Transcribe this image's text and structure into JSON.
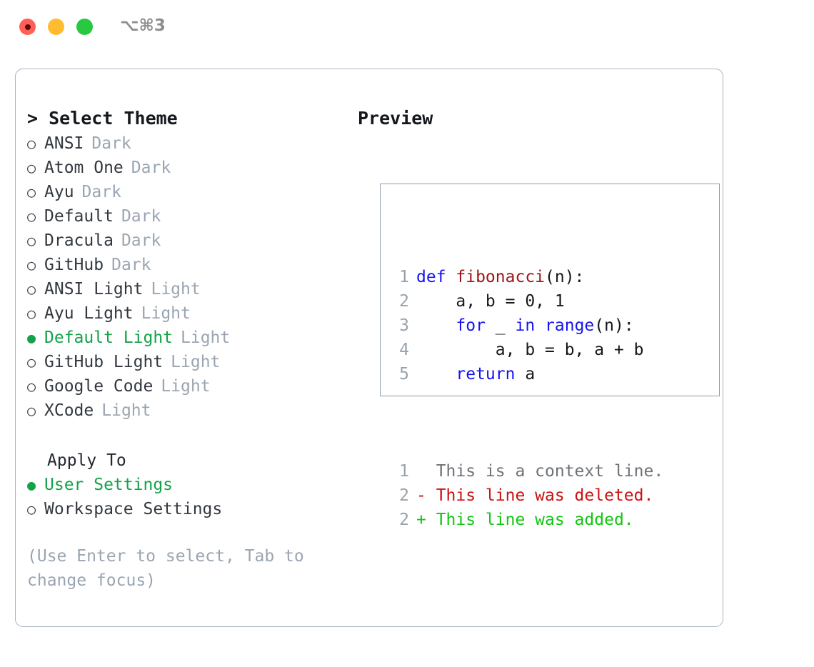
{
  "titlebar": {
    "shortcut": "⌥⌘3",
    "buttons": [
      {
        "name": "close",
        "color": "#ff5f57"
      },
      {
        "name": "minimize",
        "color": "#febc2e"
      },
      {
        "name": "maximize",
        "color": "#28c840"
      }
    ]
  },
  "theme_panel": {
    "heading": "> Select Theme",
    "selected_bullet": "●",
    "unselected_bullet": "○",
    "items": [
      {
        "label": "ANSI",
        "tag": "Dark",
        "selected": false
      },
      {
        "label": "Atom One",
        "tag": "Dark",
        "selected": false
      },
      {
        "label": "Ayu",
        "tag": "Dark",
        "selected": false
      },
      {
        "label": "Default",
        "tag": "Dark",
        "selected": false
      },
      {
        "label": "Dracula",
        "tag": "Dark",
        "selected": false
      },
      {
        "label": "GitHub",
        "tag": "Dark",
        "selected": false
      },
      {
        "label": "ANSI Light",
        "tag": "Light",
        "selected": false
      },
      {
        "label": "Ayu Light",
        "tag": "Light",
        "selected": false
      },
      {
        "label": "Default Light",
        "tag": "Light",
        "selected": true
      },
      {
        "label": "GitHub Light",
        "tag": "Light",
        "selected": false
      },
      {
        "label": "Google Code",
        "tag": "Light",
        "selected": false
      },
      {
        "label": "XCode",
        "tag": "Light",
        "selected": false
      }
    ]
  },
  "apply_to": {
    "heading": "Apply To",
    "items": [
      {
        "label": "User Settings",
        "selected": true
      },
      {
        "label": "Workspace Settings",
        "selected": false
      }
    ]
  },
  "hint": "(Use Enter to select, Tab to change focus)",
  "preview": {
    "heading": "Preview",
    "code_lines": [
      {
        "num": "1",
        "tokens": [
          {
            "t": "def ",
            "c": "kw"
          },
          {
            "t": "fibonacci",
            "c": "fn"
          },
          {
            "t": "(n):",
            "c": "plain"
          }
        ]
      },
      {
        "num": "2",
        "tokens": [
          {
            "t": "    a, b = 0, 1",
            "c": "plain"
          }
        ]
      },
      {
        "num": "3",
        "tokens": [
          {
            "t": "    ",
            "c": "plain"
          },
          {
            "t": "for",
            "c": "kw"
          },
          {
            "t": " _ ",
            "c": "plain"
          },
          {
            "t": "in",
            "c": "kw"
          },
          {
            "t": " ",
            "c": "plain"
          },
          {
            "t": "range",
            "c": "kw"
          },
          {
            "t": "(n):",
            "c": "plain"
          }
        ]
      },
      {
        "num": "4",
        "tokens": [
          {
            "t": "        a, b = b, a + b",
            "c": "plain"
          }
        ]
      },
      {
        "num": "5",
        "tokens": [
          {
            "t": "    ",
            "c": "plain"
          },
          {
            "t": "return",
            "c": "kw"
          },
          {
            "t": " a",
            "c": "plain"
          }
        ]
      }
    ],
    "diff_lines": [
      {
        "num": "1",
        "text": "  This is a context line.",
        "c": "ctx"
      },
      {
        "num": "2",
        "text": "- This line was deleted.",
        "c": "del"
      },
      {
        "num": "2",
        "text": "+ This line was added.",
        "c": "add"
      }
    ]
  },
  "colors": {
    "accent_green": "#12a348",
    "tag_gray": "#9aa5b1",
    "border": "#a9b4c0",
    "preview_border": "#8d9bab",
    "keyword_blue": "#1414f0",
    "function_red": "#9e1414",
    "diff_delete": "#cc1111",
    "diff_add": "#11c711"
  }
}
